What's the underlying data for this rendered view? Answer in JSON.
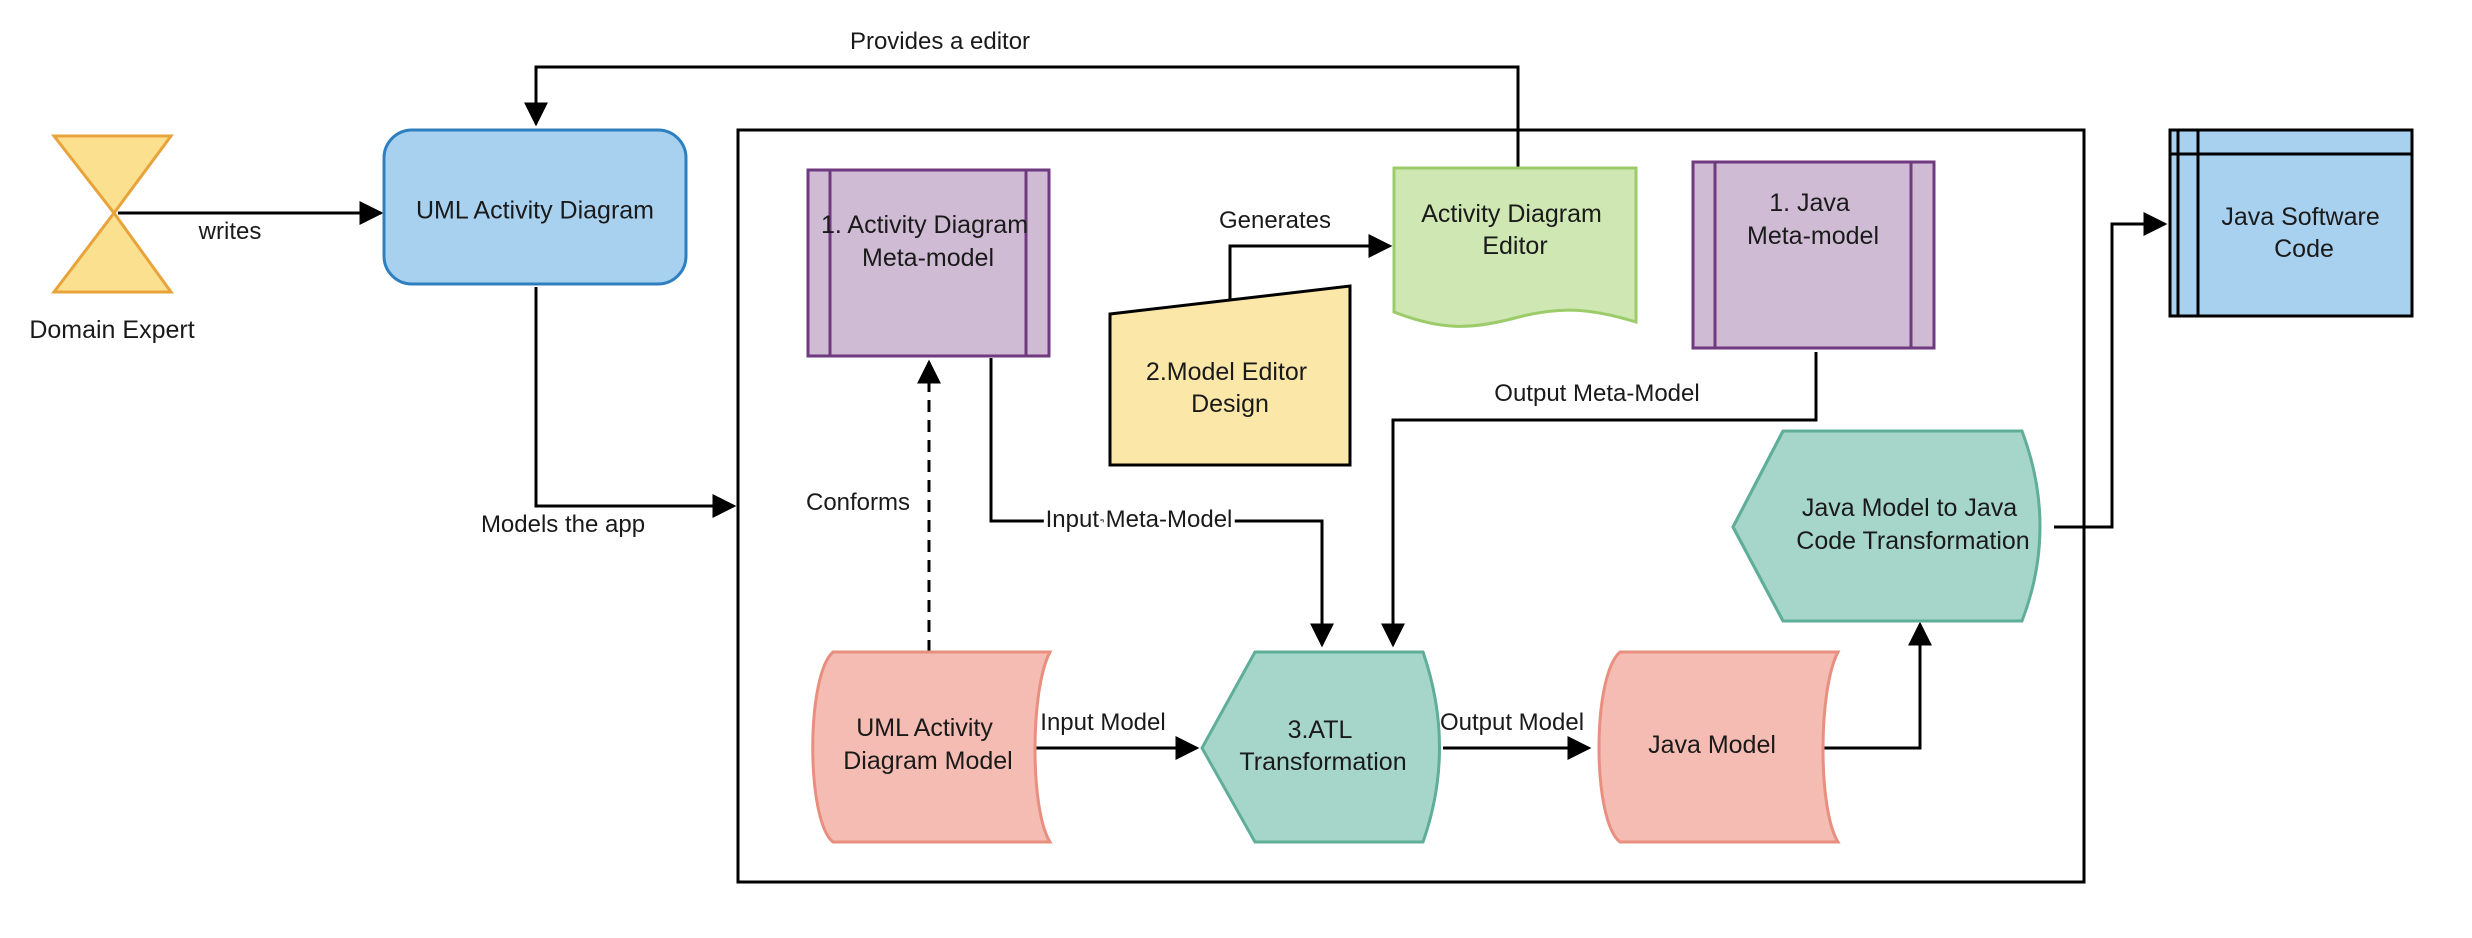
{
  "colors": {
    "actor_fill": "#fbe08f",
    "actor_stroke": "#e8a33a",
    "blue_fill": "#a8d0ef",
    "blue_stroke": "#2d7fc0",
    "purple_fill": "#cfbcd4",
    "purple_stroke": "#6f3a80",
    "yellow_fill": "#fbe8a8",
    "green_doc_fill": "#cfe7b3",
    "green_doc_stroke": "#9ccc6a",
    "teal_fill": "#a6d5c9",
    "teal_stroke": "#5fae98",
    "pink_fill": "#f4bcb2",
    "pink_stroke": "#e88f80"
  },
  "actor": {
    "name": "Domain Expert",
    "icon": "hourglass-actor-icon"
  },
  "nodes": {
    "uml_activity_diagram": "UML Activity Diagram",
    "activity_metamodel": [
      "1. Activity Diagram",
      "Meta-model"
    ],
    "model_editor_design": [
      "2.Model Editor",
      "Design"
    ],
    "activity_diagram_editor": [
      "Activity Diagram",
      "Editor"
    ],
    "java_metamodel": [
      "1. Java",
      "Meta-model"
    ],
    "java_model_to_code": [
      "Java Model to Java",
      "Code Transformation"
    ],
    "uml_activity_model": [
      "UML Activity",
      "Diagram Model"
    ],
    "atl_transformation": [
      "3.ATL",
      "Transformation"
    ],
    "java_model": "Java Model",
    "java_software_code": [
      "Java Software",
      "Code"
    ]
  },
  "edge_labels": {
    "writes": "writes",
    "provides_editor": "Provides a editor",
    "models_app": "Models  the app",
    "generates": "Generates",
    "conforms": "Conforms",
    "input_metamodel": "Input Meta-Model",
    "output_metamodel": "Output Meta-Model",
    "input_model": "Input Model",
    "output_model": "Output Model"
  }
}
